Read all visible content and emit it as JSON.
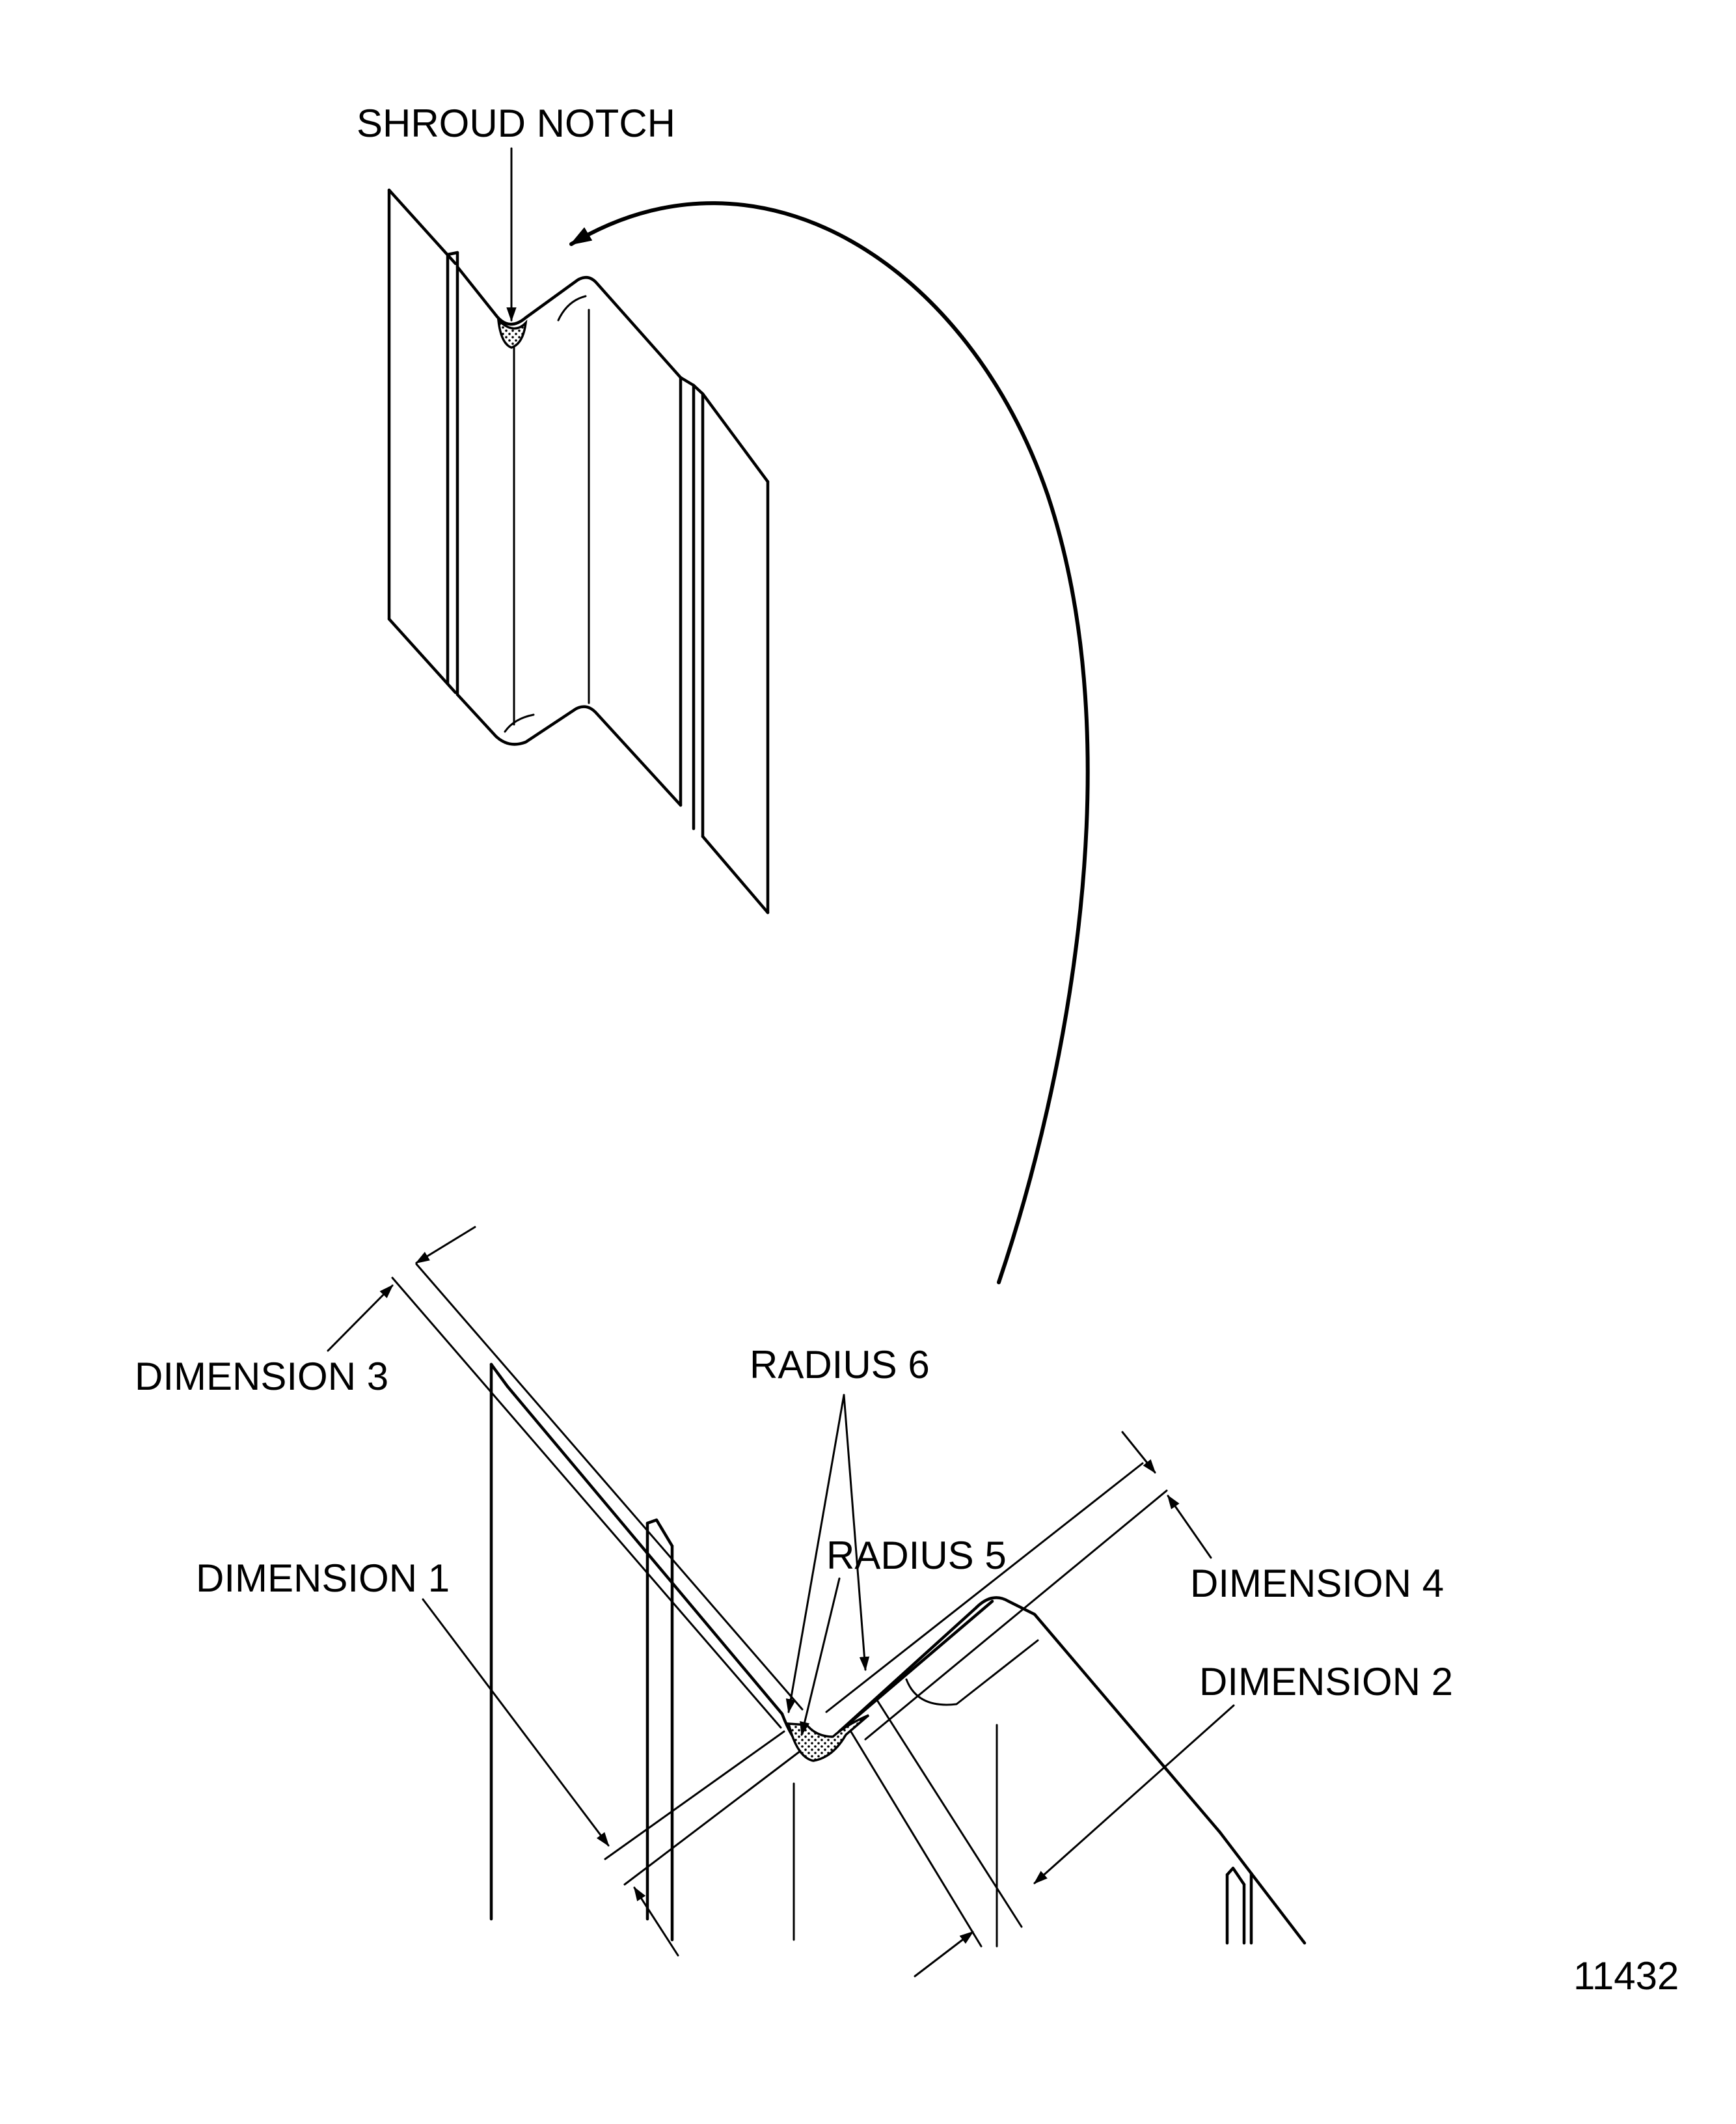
{
  "labels": {
    "shroud_notch": "SHROUD  NOTCH",
    "radius_6": "RADIUS 6",
    "radius_5": "RADIUS 5",
    "dimension_1": "DIMENSION 1",
    "dimension_2": "DIMENSION 2",
    "dimension_3": "DIMENSION 3",
    "dimension_4": "DIMENSION 4",
    "figure_number": "11432"
  }
}
